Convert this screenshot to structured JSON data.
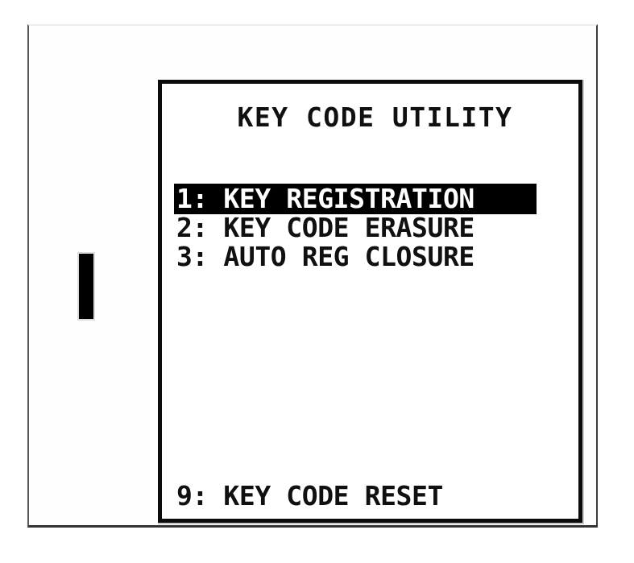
{
  "device": {
    "frame_border_color": "#3b3b3b",
    "background_color": "#ffffff"
  },
  "indicator": {
    "name": "scroll-position-bar",
    "color": "#000000"
  },
  "screen": {
    "title": "KEY CODE UTILITY",
    "background_color": "#ffffff",
    "text_color": "#101010",
    "highlight_background_color": "#000000",
    "highlight_text_color": "#ffffff",
    "border_color": "#0b0b0b",
    "menu_items": [
      {
        "key": "1",
        "label": "1: KEY REGISTRATION",
        "selected": true
      },
      {
        "key": "2",
        "label": "2: KEY CODE ERASURE",
        "selected": false
      },
      {
        "key": "3",
        "label": "3: AUTO REG CLOSURE",
        "selected": false
      }
    ],
    "footer_item": {
      "key": "9",
      "label": "9: KEY CODE RESET"
    }
  }
}
